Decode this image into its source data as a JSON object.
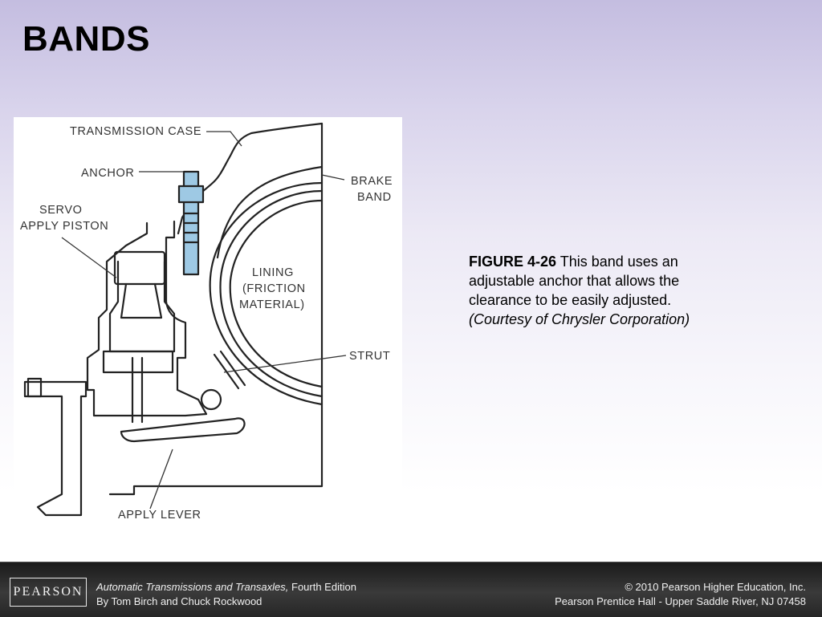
{
  "slide": {
    "title": "BANDS"
  },
  "figure": {
    "labels": {
      "transmission_case": "TRANSMISSION CASE",
      "anchor": "ANCHOR",
      "servo_line1": "SERVO",
      "servo_line2": "APPLY PISTON",
      "brake_line1": "BRAKE",
      "brake_line2": "BAND",
      "lining_line1": "LINING",
      "lining_line2": "(FRICTION",
      "lining_line3": "MATERIAL)",
      "strut": "STRUT",
      "apply_lever": "APPLY LEVER"
    },
    "colors": {
      "line": "#222222",
      "anchor_bolt": "#9ec9e4"
    }
  },
  "caption": {
    "figure_number": "FIGURE 4-26",
    "text": " This band uses an adjustable anchor that allows the clearance to be easily adjusted.",
    "credit": "(Courtesy of Chrysler Corporation)"
  },
  "footer": {
    "logo": "PEARSON",
    "book_title": "Automatic Transmissions and Transaxles,",
    "edition": " Fourth Edition",
    "authors": "By Tom Birch and Chuck Rockwood",
    "copyright": "© 2010 Pearson Higher Education, Inc.",
    "publisher": "Pearson Prentice Hall - Upper Saddle River, NJ 07458"
  }
}
